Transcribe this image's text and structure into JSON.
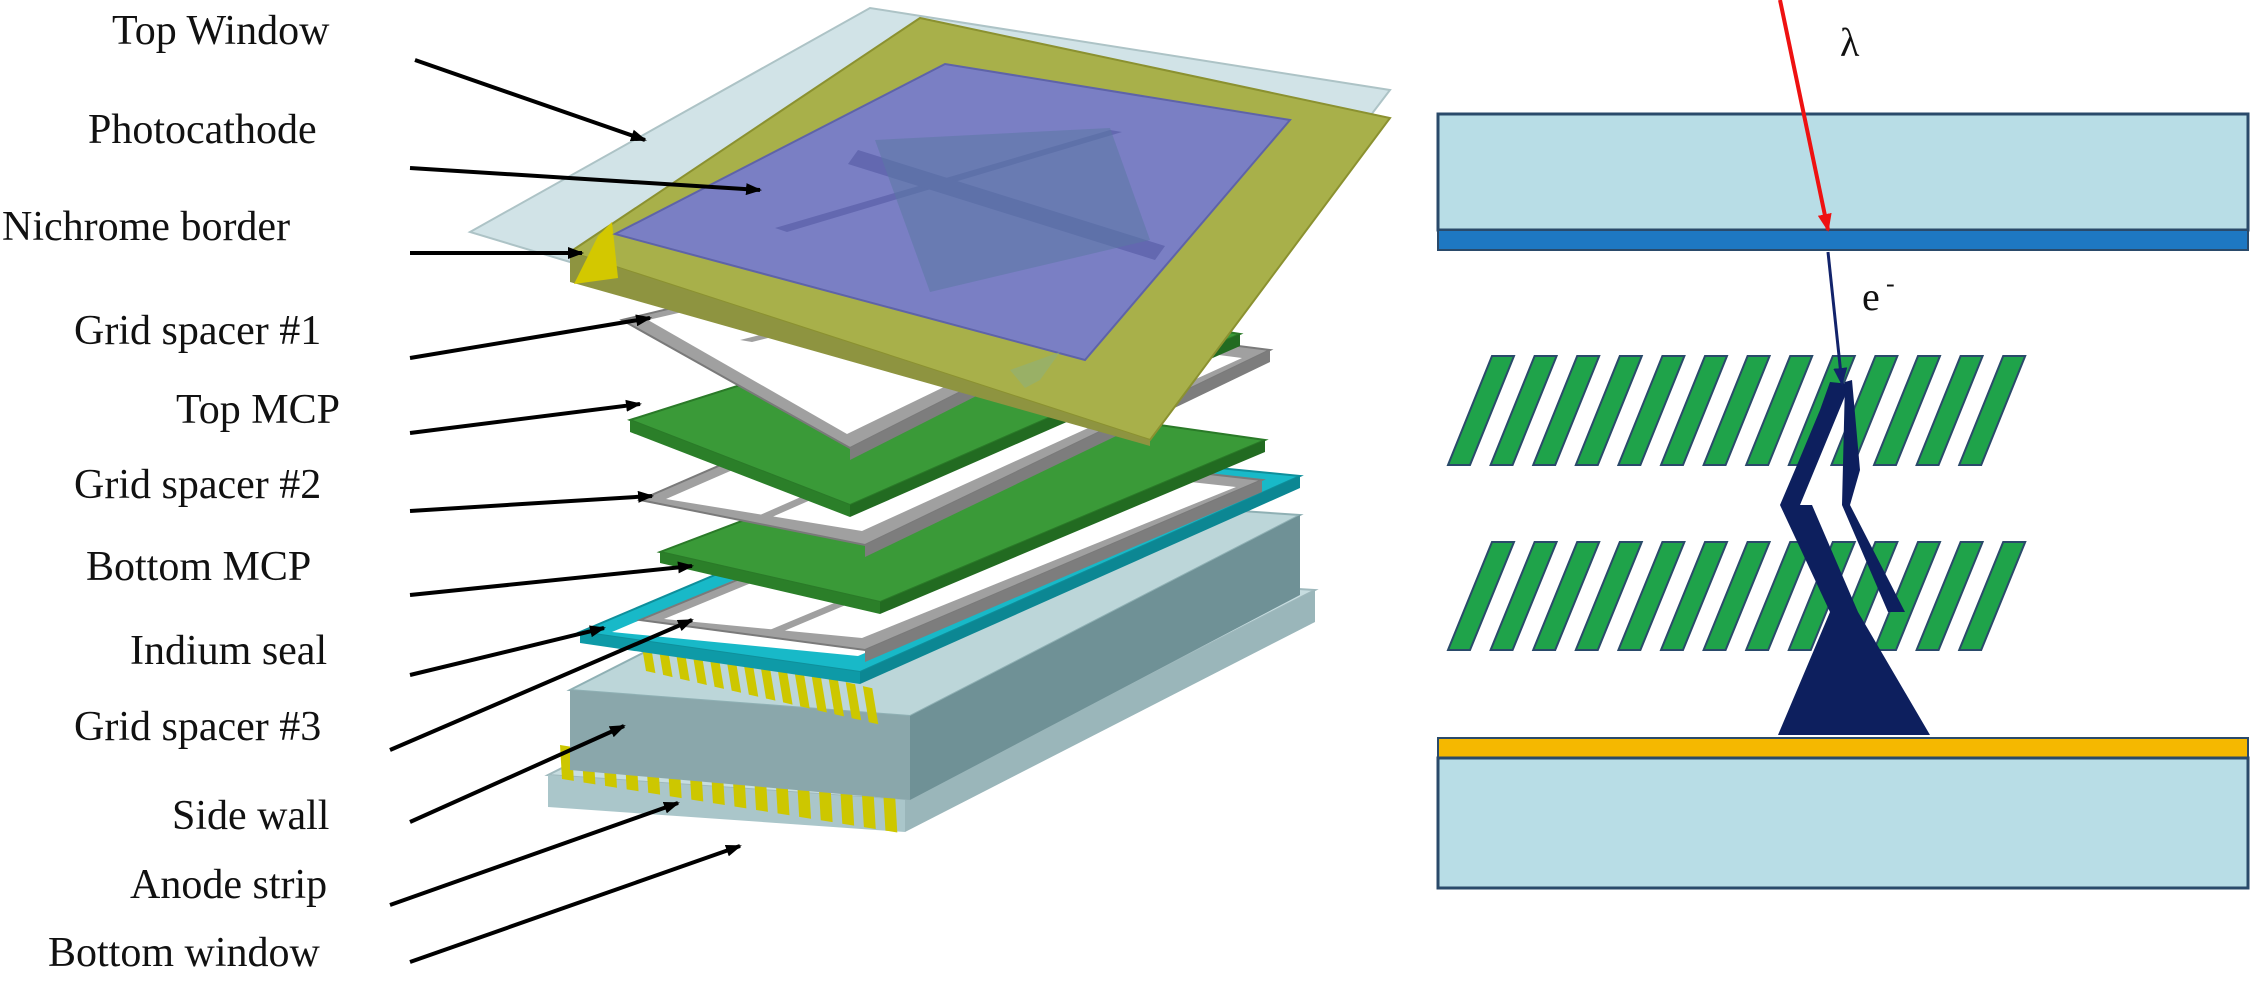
{
  "labels": {
    "top_window": "Top Window",
    "photocathode": "Photocathode",
    "nichrome_border": "Nichrome border",
    "grid_spacer_1": "Grid spacer #1",
    "top_mcp": "Top MCP",
    "grid_spacer_2": "Grid spacer #2",
    "bottom_mcp": "Bottom MCP",
    "indium_seal": "Indium seal",
    "grid_spacer_3": "Grid spacer #3",
    "side_wall": "Side wall",
    "anode_strip": "Anode strip",
    "bottom_window": "Bottom window"
  },
  "cross_section": {
    "photon_symbol": "λ",
    "electron_symbol": "e",
    "electron_superscript": "-"
  },
  "colors": {
    "window_glass": "#c9dfe3",
    "photocathode": "#7a7fc4",
    "nichrome": "#a8b04a",
    "mcp": "#3a9a38",
    "grid_spacer": "#a0a0a0",
    "indium_seal": "#18b9c8",
    "anode_strip": "#cdc700",
    "side_wall": "#6f9196",
    "cross_section_glass": "#b8dde6",
    "cathode_layer": "#1e78c2",
    "anode_layer": "#f5b800",
    "mcp_channel": "#1fa34a",
    "electron_cloud": "#0d1f5e",
    "photon_arrow": "#ee1111",
    "electron_arrow": "#12236b"
  }
}
